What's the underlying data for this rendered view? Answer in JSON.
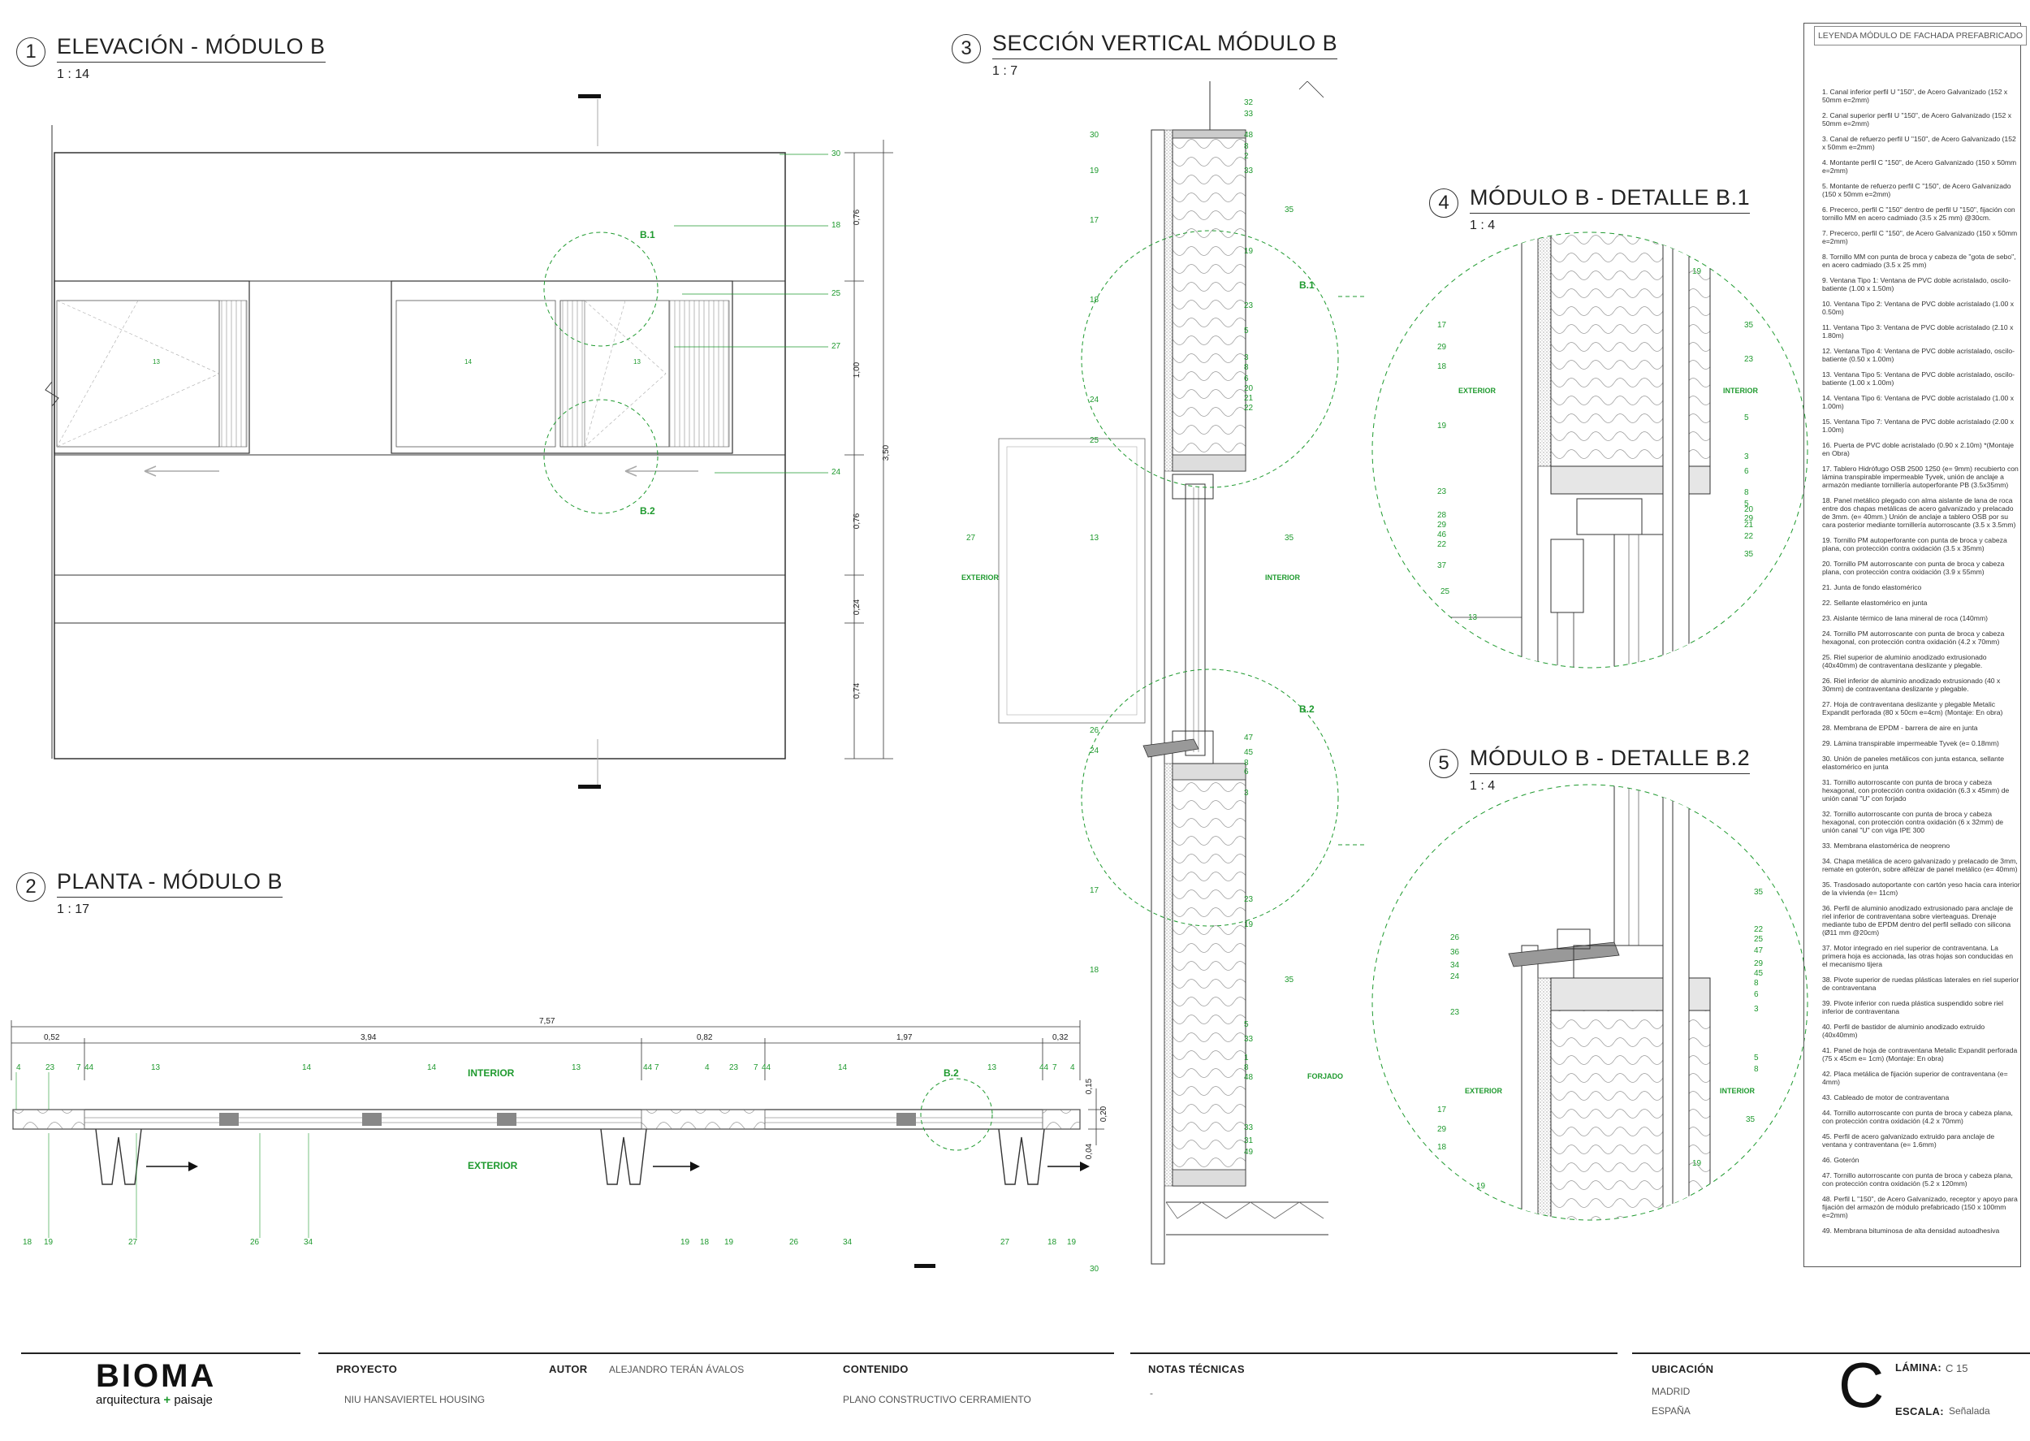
{
  "views": {
    "v1": {
      "num": "1",
      "title": "ELEVACIÓN - MÓDULO B",
      "scale": "1 : 14"
    },
    "v2": {
      "num": "2",
      "title": "PLANTA - MÓDULO B",
      "scale": "1 : 17"
    },
    "v3": {
      "num": "3",
      "title": "SECCIÓN VERTICAL MÓDULO B",
      "scale": "1 : 7"
    },
    "v4": {
      "num": "4",
      "title": "MÓDULO B - DETALLE B.1",
      "scale": "1 : 4"
    },
    "v5": {
      "num": "5",
      "title": "MÓDULO B - DETALLE B.2",
      "scale": "1 : 4"
    }
  },
  "elevation": {
    "callouts": [
      "30",
      "18",
      "25",
      "27",
      "24"
    ],
    "windows": [
      "13",
      "14",
      "13"
    ],
    "details": [
      "B.1",
      "B.2"
    ],
    "dims": [
      "0,76",
      "1,00",
      "0,76",
      "0,24",
      "0,74",
      "3,50"
    ]
  },
  "plan": {
    "total": "7,57",
    "segments": [
      "0,52",
      "3,94",
      "0,82",
      "1,97",
      "0,32"
    ],
    "top_labels": [
      "4",
      "23",
      "7",
      "44",
      "13",
      "14",
      "14",
      "13",
      "44",
      "7",
      "4",
      "23",
      "7",
      "44",
      "14",
      "13",
      "44",
      "7",
      "4"
    ],
    "bottom_labels": [
      "18",
      "19",
      "27",
      "26",
      "34",
      "19",
      "18",
      "19",
      "26",
      "34",
      "27",
      "18",
      "19"
    ],
    "interior": "INTERIOR",
    "exterior": "EXTERIOR",
    "detail": "B.2",
    "right_dims": [
      "0,15",
      "0,20",
      "0,04"
    ]
  },
  "section": {
    "left_labels": [
      "30",
      "19",
      "17",
      "18",
      "24",
      "25",
      "27",
      "13",
      "26",
      "24",
      "17",
      "18",
      "30"
    ],
    "right_labels": [
      "32",
      "33",
      "48",
      "8",
      "2",
      "33",
      "35",
      "19",
      "23",
      "5",
      "3",
      "8",
      "6",
      "20",
      "21",
      "22",
      "35",
      "47",
      "45",
      "8",
      "6",
      "3",
      "23",
      "19",
      "35",
      "5",
      "33",
      "1",
      "8",
      "48",
      "33",
      "31",
      "49"
    ],
    "exterior": "EXTERIOR",
    "interior": "INTERIOR",
    "forjado": "FORJADO",
    "details": [
      "B.1",
      "B.2"
    ]
  },
  "detail1": {
    "left_labels": [
      "17",
      "29",
      "18",
      "19",
      "23",
      "28",
      "29",
      "46",
      "22",
      "37",
      "25",
      "13"
    ],
    "right_labels": [
      "19",
      "35",
      "23",
      "5",
      "3",
      "6",
      "8",
      "5",
      "20",
      "29",
      "21",
      "22",
      "35"
    ],
    "exterior": "EXTERIOR",
    "interior": "INTERIOR"
  },
  "detail2": {
    "left_labels": [
      "26",
      "36",
      "34",
      "24",
      "23",
      "17",
      "29",
      "18",
      "19"
    ],
    "right_labels": [
      "35",
      "22",
      "25",
      "47",
      "29",
      "45",
      "8",
      "6",
      "3",
      "5",
      "8",
      "35",
      "19"
    ],
    "exterior": "EXTERIOR",
    "interior": "INTERIOR"
  },
  "legend": {
    "title": "LEYENDA MÓDULO DE FACHADA PREFABRICADO",
    "items": [
      "1. Canal inferior perfil U \"150\", de Acero Galvanizado (152 x 50mm e=2mm)",
      "2. Canal superior perfil U \"150\", de Acero Galvanizado (152 x 50mm e=2mm)",
      "3. Canal de refuerzo perfil U \"150\", de Acero Galvanizado (152 x 50mm e=2mm)",
      "4. Montante perfil C \"150\", de Acero Galvanizado (150 x 50mm e=2mm)",
      "5. Montante de refuerzo perfil C \"150\", de Acero Galvanizado (150 x 50mm e=2mm)",
      "6. Precerco, perfil C \"150\" dentro de perfil U \"150\", fijación con tornillo MM en acero cadmiado (3.5 x 25 mm) @30cm.",
      "7. Precerco, perfil C \"150\", de Acero Galvanizado (150 x 50mm e=2mm)",
      "8. Tornillo MM con punta de broca y cabeza de \"gota de sebo\", en acero cadmiado (3.5 x 25 mm)",
      "9. Ventana Tipo 1: Ventana de PVC doble acristalado, oscilo-batiente (1.00 x 1.50m)",
      "10. Ventana Tipo 2: Ventana de PVC doble acristalado (1.00 x 0.50m)",
      "11. Ventana Tipo 3: Ventana de PVC doble acristalado (2.10 x 1.80m)",
      "12. Ventana Tipo 4: Ventana de PVC doble acristalado, oscilo-batiente (0.50 x 1.00m)",
      "13. Ventana Tipo 5: Ventana de PVC doble acristalado, oscilo-batiente (1.00 x 1.00m)",
      "14. Ventana Tipo 6: Ventana de PVC doble acristalado (1.00 x 1.00m)",
      "15. Ventana Tipo 7: Ventana de PVC doble acristalado (2.00 x 1.00m)",
      "16. Puerta de PVC doble acristalado (0.90 x 2.10m) *(Montaje en Obra)",
      "17. Tablero Hidrófugo OSB 2500 1250 (e= 9mm) recubierto con lámina transpirable impermeable Tyvek, unión de anclaje a armazón mediante tornillería autoperforante PB (3.5x35mm)",
      "18. Panel metálico plegado con alma aislante de lana de roca entre dos chapas metálicas de acero galvanizado y prelacado de 3mm. (e= 40mm.) Unión de anclaje a tablero OSB por su cara posterior mediante tornillería autorroscante (3.5 x 3.5mm)",
      "19. Tornillo PM autoperforante con punta de broca y cabeza plana, con protección contra oxidación (3.5 x 35mm)",
      "20. Tornillo PM autorroscante con punta de broca y cabeza plana, con protección contra oxidación (3.9 x 55mm)",
      "21. Junta de fondo elastomérico",
      "22. Sellante elastomérico en junta",
      "23. Aislante térmico de lana mineral de roca (140mm)",
      "24. Tornillo PM autorroscante con punta de broca y cabeza hexagonal, con protección contra oxidación (4.2 x 70mm)",
      "25. Riel superior de aluminio anodizado extrusionado (40x40mm) de contraventana deslizante y plegable.",
      "26. Riel inferior de aluminio anodizado extrusionado (40 x 30mm) de contraventana deslizante y plegable.",
      "27. Hoja de contraventana deslizante y plegable Metalic Expandit perforada (80 x 50cm e=4cm) (Montaje: En obra)",
      "28. Membrana de EPDM - barrera de aire en junta",
      "29. Lámina transpirable impermeable Tyvek (e= 0.18mm)",
      "30. Unión de paneles metálicos con junta estanca, sellante elastomérico en junta",
      "31. Tornillo autorroscante con punta de broca y cabeza hexagonal, con protección contra oxidación (6.3 x 45mm) de unión canal \"U\" con forjado",
      "32. Tornillo autorroscante con punta de broca y cabeza hexagonal, con protección contra oxidación (6 x 32mm) de unión canal \"U\" con viga IPE 300",
      "33. Membrana elastomérica de neopreno",
      "34. Chapa metálica de acero galvanizado y prelacado de 3mm, remate en goterón, sobre alféizar de panel metálico (e= 40mm)",
      "35. Trasdosado autoportante con cartón yeso hacia cara interior de la vivienda (e= 11cm)",
      "36. Perfil de aluminio anodizado extrusionado para anclaje de riel inferior de contraventana sobre vierteaguas. Drenaje mediante tubo de EPDM dentro del perfil sellado con silicona (Ø11 mm @20cm)",
      "37. Motor integrado en riel superior de contraventana. La primera hoja es accionada, las otras hojas son conducidas en el mecanismo tijera",
      "38. Pivote superior de ruedas plásticas laterales en riel superior de contraventana",
      "39. Pivote inferior con rueda plástica suspendido sobre riel inferior de contraventana",
      "40. Perfil de bastidor de aluminio anodizado extruido (40x40mm)",
      "41. Panel de hoja de contraventana Metalic Expandit perforada (75 x 45cm e= 1cm) (Montaje: En obra)",
      "42. Placa metálica de fijación superior de contraventana (e= 4mm)",
      "43. Cableado de motor de contraventana",
      "44. Tornillo autorroscante con punta de broca y cabeza plana, con protección contra oxidación (4.2 x 70mm)",
      "45. Perfil de acero galvanizado extruido para anclaje de ventana y contraventana (e= 1.6mm)",
      "46. Goterón",
      "47. Tornillo autorroscante con punta de broca y cabeza plana, con protección contra oxidación (5.2 x 120mm)",
      "48. Perfil L \"150\", de Acero Galvanizado, receptor y apoyo para fijación del armazón de módulo prefabricado (150 x 100mm e=2mm)",
      "49. Membrana bituminosa de alta densidad autoadhesiva"
    ]
  },
  "titleblock": {
    "logo": "BIOMA",
    "logo_sub_a": "arquitectura",
    "logo_sub_plus": "+",
    "logo_sub_b": "paisaje",
    "proyecto_label": "PROYECTO",
    "proyecto": "NIU HANSAVIERTEL HOUSING",
    "autor_label": "AUTOR",
    "autor": "ALEJANDRO TERÁN ÁVALOS",
    "contenido_label": "CONTENIDO",
    "contenido": "PLANO CONSTRUCTIVO CERRAMIENTO",
    "notas_label": "NOTAS TÉCNICAS",
    "notas": "-",
    "ubicacion_label": "UBICACIÓN",
    "ciudad": "MADRID",
    "pais": "ESPAÑA",
    "letter": "C",
    "lamina_label": "LÁMINA:",
    "lamina": "C 15",
    "escala_label": "ESCALA:",
    "escala": "Señalada"
  },
  "colors": {
    "annotation": "#1f9a2f",
    "line": "#222222"
  }
}
